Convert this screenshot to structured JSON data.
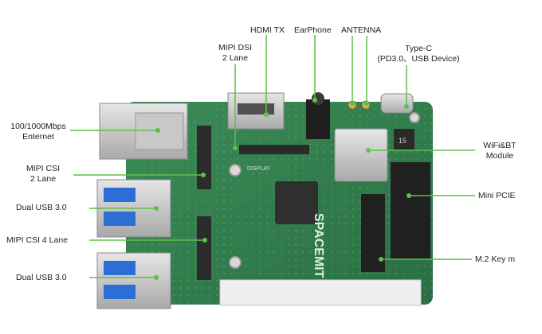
{
  "diagram": {
    "accent_color": "#5dc04a",
    "board_color": "#2f7d4a",
    "vendor_text": "SPACEMIT",
    "silk_display": "DISPLAY",
    "chip_text": "15",
    "labels": {
      "ethernet": [
        "100/1000Mbps",
        "Enternet"
      ],
      "mipi_csi_2": [
        "MIPI CSI",
        "2 Lane"
      ],
      "usb_top": "Dual USB 3.0",
      "mipi_csi_4": "MIPI CSI 4 Lane",
      "usb_bottom": "Dual USB 3.0",
      "mipi_dsi": [
        "MIPI DSI",
        "2 Lane"
      ],
      "hdmi": "HDMI TX",
      "earphone": "EarPhone",
      "antenna": "ANTENNA",
      "typec": [
        "Type-C",
        "(PD3.0、USB Device)"
      ],
      "wifi": [
        "WiFi&BT",
        "Module"
      ],
      "pcie": "Mini PCIE",
      "m2": "M.2 Key m"
    }
  }
}
